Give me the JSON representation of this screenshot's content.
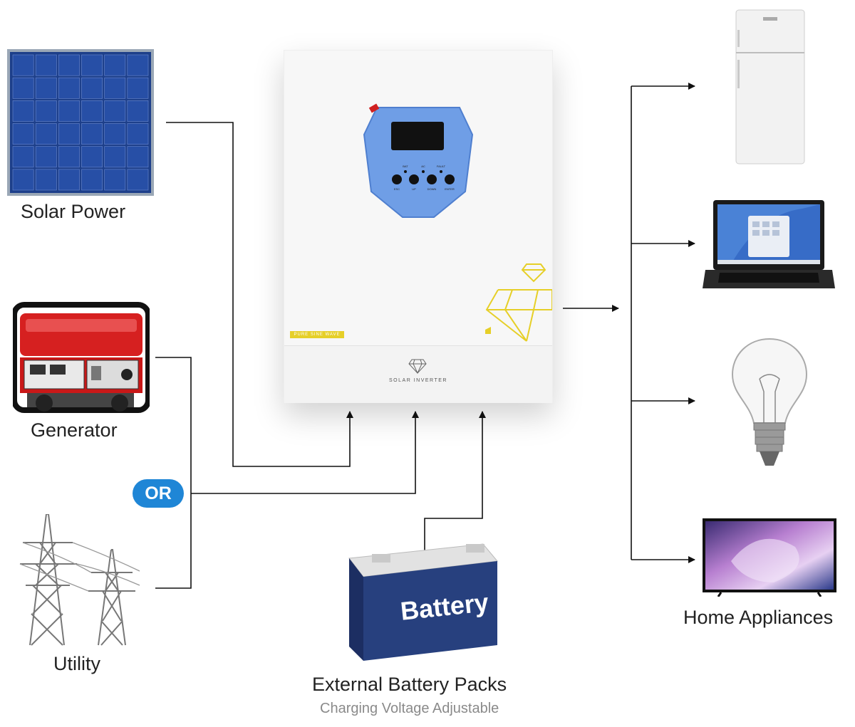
{
  "sources": {
    "solar": "Solar Power",
    "generator": "Generator",
    "utility": "Utility",
    "or_badge": "OR"
  },
  "inverter": {
    "tag": "PURE SINE WAVE",
    "name": "SOLAR INVERTER",
    "panel_labels": [
      "BAT",
      "AC",
      "FAULT"
    ],
    "button_labels": [
      "ESC",
      "UP",
      "DOWN",
      "ENTER"
    ]
  },
  "battery": {
    "label": "Battery",
    "title": "External Battery Packs",
    "subtitle": "Charging Voltage Adjustable"
  },
  "outputs": {
    "label": "Home Appliances",
    "items": [
      "refrigerator",
      "laptop",
      "light-bulb",
      "television"
    ]
  },
  "colors": {
    "line": "#111111",
    "or_badge": "#1f86d6",
    "panel_blue": "#6f9ee6",
    "accent_yellow": "#e6cf28",
    "battery_blue": "#27407e"
  }
}
